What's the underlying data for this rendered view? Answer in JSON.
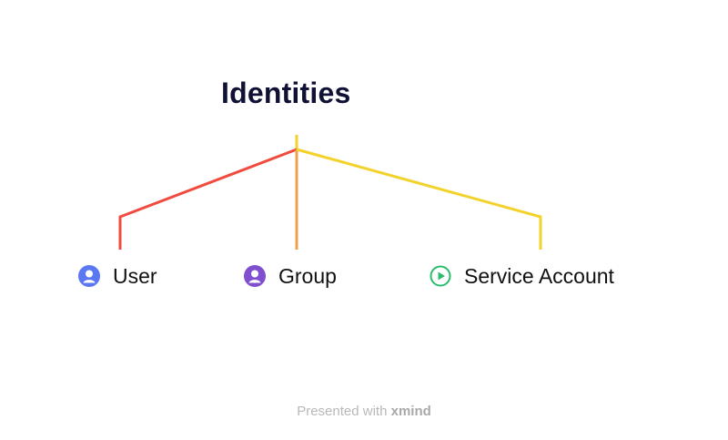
{
  "root": {
    "title": "Identities"
  },
  "children": [
    {
      "label": "User",
      "icon": "user-icon",
      "branch_color": "#f04b3e",
      "icon_color": "#5b78f3"
    },
    {
      "label": "Group",
      "icon": "user-icon",
      "branch_color": "#f0a04b",
      "icon_color": "#7f4fcf"
    },
    {
      "label": "Service Account",
      "icon": "play-icon",
      "branch_color": "#f2d22b",
      "icon_color": "#2bbd6e"
    }
  ],
  "footer": {
    "prefix": "Presented with",
    "brand": "xmind"
  },
  "colors": {
    "root_text": "#0f1235",
    "label_text": "#111111",
    "footer_text": "#b8b8b8"
  }
}
